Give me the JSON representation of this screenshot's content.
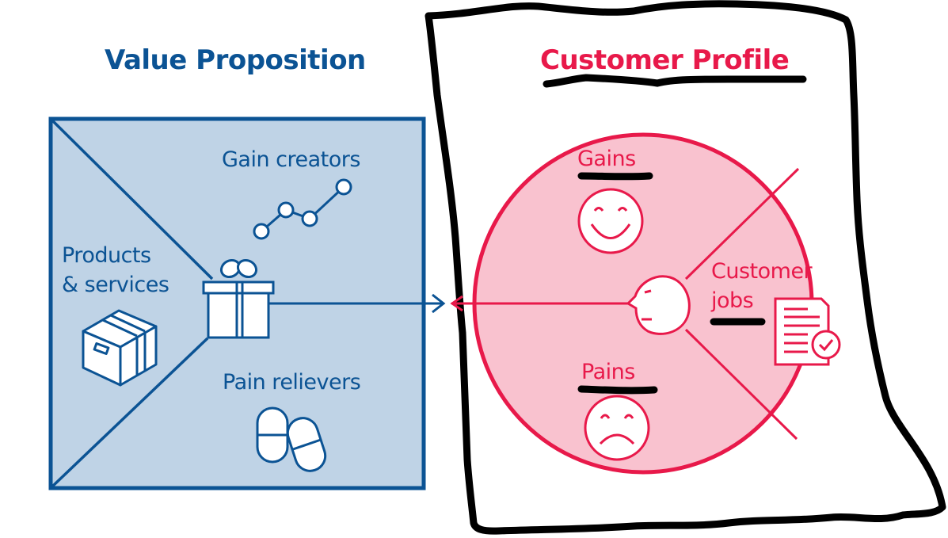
{
  "value_proposition": {
    "title": "Value Proposition",
    "sections": {
      "gain_creators": {
        "label": "Gain creators",
        "icon": "trend-line-icon"
      },
      "products_services": {
        "label_line1": "Products",
        "label_line2": "& services",
        "icon": "box-icon"
      },
      "pain_relievers": {
        "label": "Pain relievers",
        "icon": "pills-icon"
      }
    },
    "center_icon": "gift-icon"
  },
  "customer_profile": {
    "title": "Customer Profile",
    "sections": {
      "gains": {
        "label": "Gains",
        "icon": "smiley-happy-icon"
      },
      "pains": {
        "label": "Pains",
        "icon": "smiley-sad-icon"
      },
      "customer_jobs": {
        "label_line1": "Customer",
        "label_line2": "jobs",
        "icon": "document-check-icon"
      }
    },
    "center_icon": "customer-head-icon"
  },
  "colors": {
    "vp_primary": "#0b5394",
    "vp_fill": "#bfd3e6",
    "cp_primary": "#e8194a",
    "cp_fill": "#f9c2cf",
    "annotation": "#000000"
  }
}
